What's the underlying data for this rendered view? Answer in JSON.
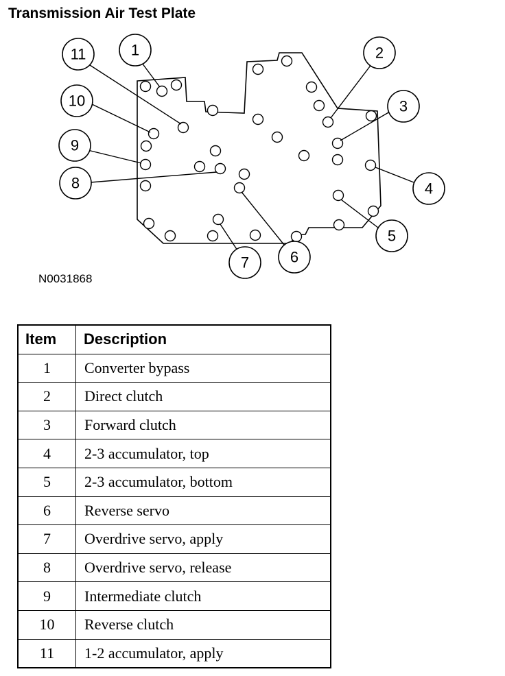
{
  "title": "Transmission Air Test Plate",
  "diagram_id": "N0031868",
  "callouts": [
    "11",
    "1",
    "10",
    "9",
    "8",
    "2",
    "3",
    "4",
    "5",
    "6",
    "7"
  ],
  "table": {
    "headers": {
      "item": "Item",
      "description": "Description"
    },
    "rows": [
      {
        "item": "1",
        "description": "Converter bypass"
      },
      {
        "item": "2",
        "description": "Direct clutch"
      },
      {
        "item": "3",
        "description": "Forward clutch"
      },
      {
        "item": "4",
        "description": "2-3 accumulator, top"
      },
      {
        "item": "5",
        "description": "2-3 accumulator, bottom"
      },
      {
        "item": "6",
        "description": "Reverse servo"
      },
      {
        "item": "7",
        "description": "Overdrive servo, apply"
      },
      {
        "item": "8",
        "description": "Overdrive servo, release"
      },
      {
        "item": "9",
        "description": "Intermediate clutch"
      },
      {
        "item": "10",
        "description": "Reverse clutch"
      },
      {
        "item": "11",
        "description": "1-2 accumulator, apply"
      }
    ]
  }
}
